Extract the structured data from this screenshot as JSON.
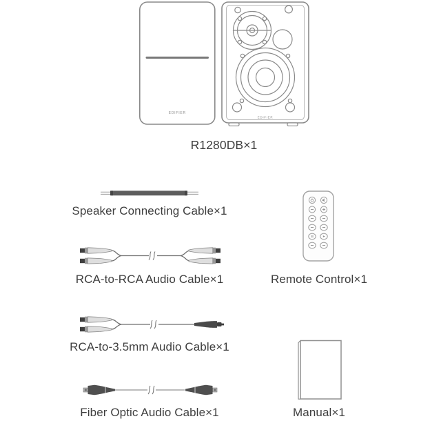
{
  "brand": "EDIFIER",
  "items": {
    "speakers": {
      "label": "R1280DB×1"
    },
    "speaker_cable": {
      "label": "Speaker Connecting Cable×1"
    },
    "rca_rca": {
      "label": "RCA-to-RCA Audio Cable×1"
    },
    "remote": {
      "label": "Remote Control×1",
      "button_rows": 6,
      "button_cols": 2
    },
    "rca_35": {
      "label": "RCA-to-3.5mm Audio Cable×1"
    },
    "fiber": {
      "label": "Fiber Optic Audio Cable×1"
    },
    "manual": {
      "label": "Manual×1"
    }
  },
  "colors": {
    "background": "#ffffff",
    "text": "#3e3e3e",
    "outline": "#8a8a8a",
    "dark_part": "#3f3f3f",
    "metal_band": "#9a9a9a",
    "plug_body": "#dedede",
    "cable_bar": "#5d5d5d"
  },
  "icons": {
    "remote_row1": [
      "power-icon",
      "mute-icon"
    ],
    "remote_row2": [
      "volume-down-icon",
      "volume-up-icon"
    ],
    "remote_row5": [
      "pause-icon",
      "play-icon"
    ]
  }
}
